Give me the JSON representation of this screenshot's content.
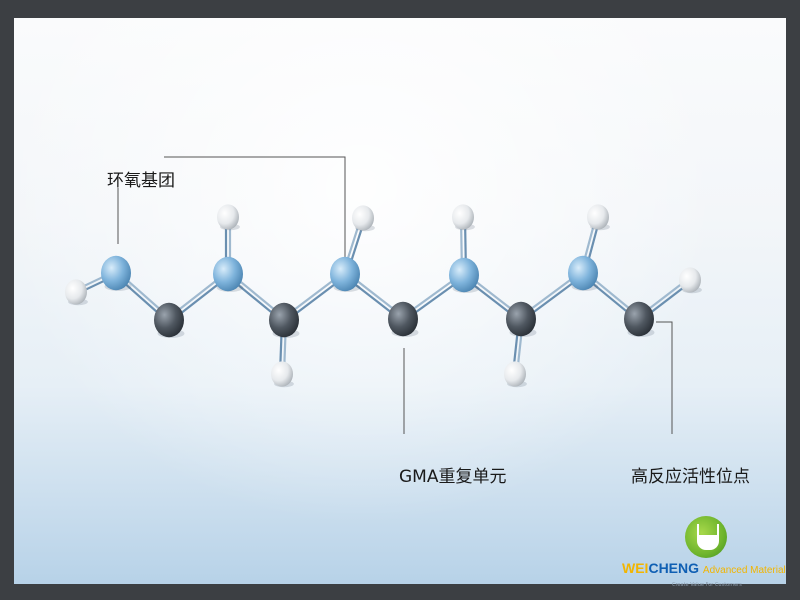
{
  "labels": {
    "epoxy_group": "环氧基团",
    "gma_repeat_unit": "GMA重复单元",
    "reactive_site": "高反应活性位点"
  },
  "logo": {
    "brand_first": "WEI",
    "brand_second": "CHENG",
    "brand_sub": "Advanced Material",
    "tagline": "Create Value For Customers"
  },
  "colors": {
    "blue_atom": "#7fb4dc",
    "dark_atom": "#4f5760",
    "white_atom": "#e6e9ec",
    "background_top": "#f8fafc",
    "background_bottom": "#b7d2e8"
  }
}
